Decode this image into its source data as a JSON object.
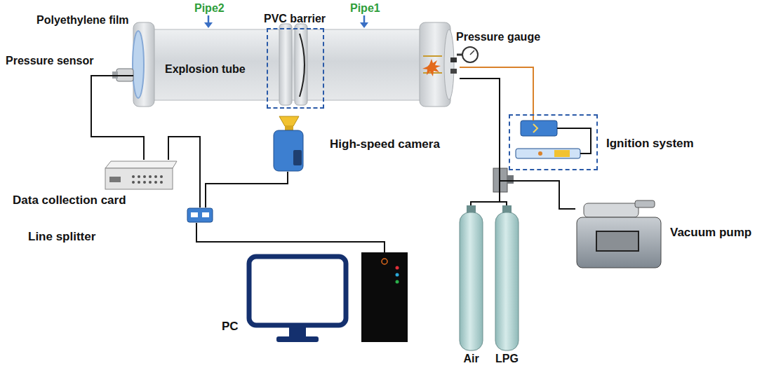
{
  "diagram": {
    "nodes": [
      {
        "text": [
          "Explosion tube"
        ]
      },
      {
        "text": [
          "PVC barrier"
        ]
      },
      {
        "text": [
          "Ignition system"
        ]
      },
      {
        "text": [
          "Data collection card"
        ]
      },
      {
        "text": [
          "Line splitter"
        ]
      },
      {
        "text": [
          "PC"
        ]
      },
      {
        "text": [
          "High-speed camera"
        ]
      },
      {
        "text": [
          "Vacuum pump"
        ]
      },
      {
        "text": [
          "Air"
        ]
      },
      {
        "text": [
          "LPG"
        ]
      }
    ],
    "edges": [
      {
        "from": 3,
        "to": 4,
        "arrow": "none"
      },
      {
        "from": 6,
        "to": 4,
        "arrow": "none"
      },
      {
        "from": 4,
        "to": 5,
        "arrow": "none"
      },
      {
        "from": 0,
        "to": 2,
        "arrow": "none"
      },
      {
        "from": 3,
        "to": 0,
        "arrow": "none"
      },
      {
        "from": 8,
        "to": 0,
        "arrow": "none"
      },
      {
        "from": 9,
        "to": 0,
        "arrow": "none"
      },
      {
        "from": 7,
        "to": 0,
        "arrow": "none"
      }
    ],
    "labels": [
      "Polyethylene film",
      "Pipe2",
      "Pipe1",
      "Pressure gauge",
      "Pressure sensor"
    ]
  }
}
